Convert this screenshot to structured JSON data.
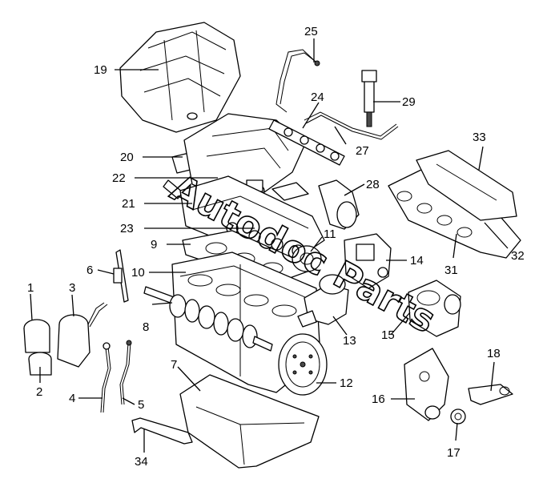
{
  "diagram": {
    "watermark": "Autodoc Parts",
    "callouts": {
      "c1": "1",
      "c2": "2",
      "c3": "3",
      "c4": "4",
      "c5": "5",
      "c6": "6",
      "c7": "7",
      "c8": "8",
      "c9": "9",
      "c10": "10",
      "c11": "11",
      "c12": "12",
      "c13": "13",
      "c14": "14",
      "c15": "15",
      "c16": "16",
      "c17": "17",
      "c18": "18",
      "c19": "19",
      "c20": "20",
      "c21": "21",
      "c22": "22",
      "c23": "23",
      "c24": "24",
      "c25": "25",
      "c27": "27",
      "c28": "28",
      "c29": "29",
      "c31": "31",
      "c32": "32",
      "c33": "33",
      "c34": "34"
    }
  }
}
